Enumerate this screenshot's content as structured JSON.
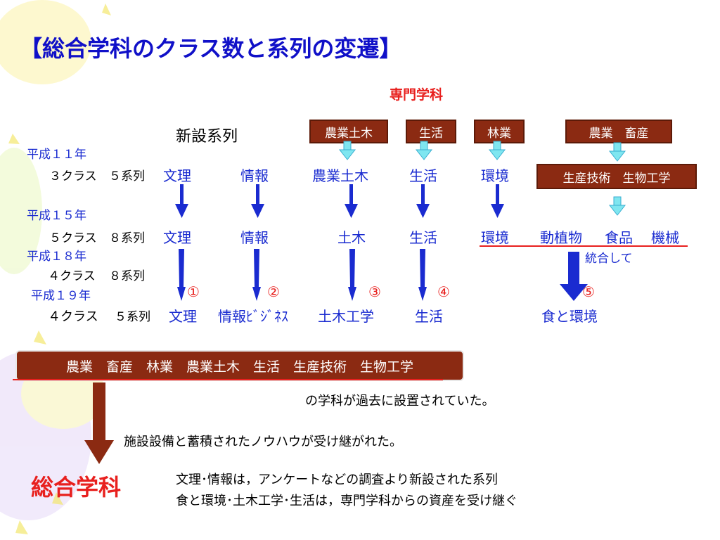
{
  "title": "【総合学科のクラス数と系列の変遷】",
  "specialized_label": "専門学科",
  "new_series_label": "新設系列",
  "top_boxes": [
    "農業土木",
    "生活",
    "林業",
    "農業　畜産"
  ],
  "prod_box": "生産技術　生物工学",
  "periods": [
    {
      "era": "平成１１年",
      "classes": "３クラス",
      "series": "５系列"
    },
    {
      "era": "平成１５年",
      "classes": "５クラス",
      "series": "８系列"
    },
    {
      "era": "平成１８年",
      "classes": "４クラス",
      "series": "８系列"
    },
    {
      "era": "平成１９年",
      "classes": "４クラス",
      "series": "５系列"
    }
  ],
  "row_h11": [
    "文理",
    "情報",
    "農業土木",
    "生活",
    "環境"
  ],
  "row_h15": [
    "文理",
    "情報",
    "土木",
    "生活",
    "環境",
    "動植物",
    "食品",
    "機械"
  ],
  "merge_label": "統合して",
  "circled": [
    "①",
    "②",
    "③",
    "④",
    "⑤"
  ],
  "row_h19": [
    "文理",
    "情報ﾋﾞｼﾞﾈｽ",
    "土木工学",
    "生活",
    "食と環境"
  ],
  "bottom_box": "農業　畜産　林業　農業土木　生活　生産技術　生物工学",
  "past_text": "の学科が過去に設置されていた。",
  "inherit_text": "施設設備と蓄積されたノウハウが受け継がれた。",
  "general_label": "総合学科",
  "note_line1": "文理･情報は，アンケートなどの調査より新設された系列",
  "note_line2": "食と環境･土木工学･生活は，専門学科からの資産を受け継ぐ",
  "colors": {
    "title": "#1010c8",
    "red": "#e8201e",
    "blue": "#1a2bd0",
    "box": "#8b2a12",
    "cyan": "#7fe6f0"
  }
}
